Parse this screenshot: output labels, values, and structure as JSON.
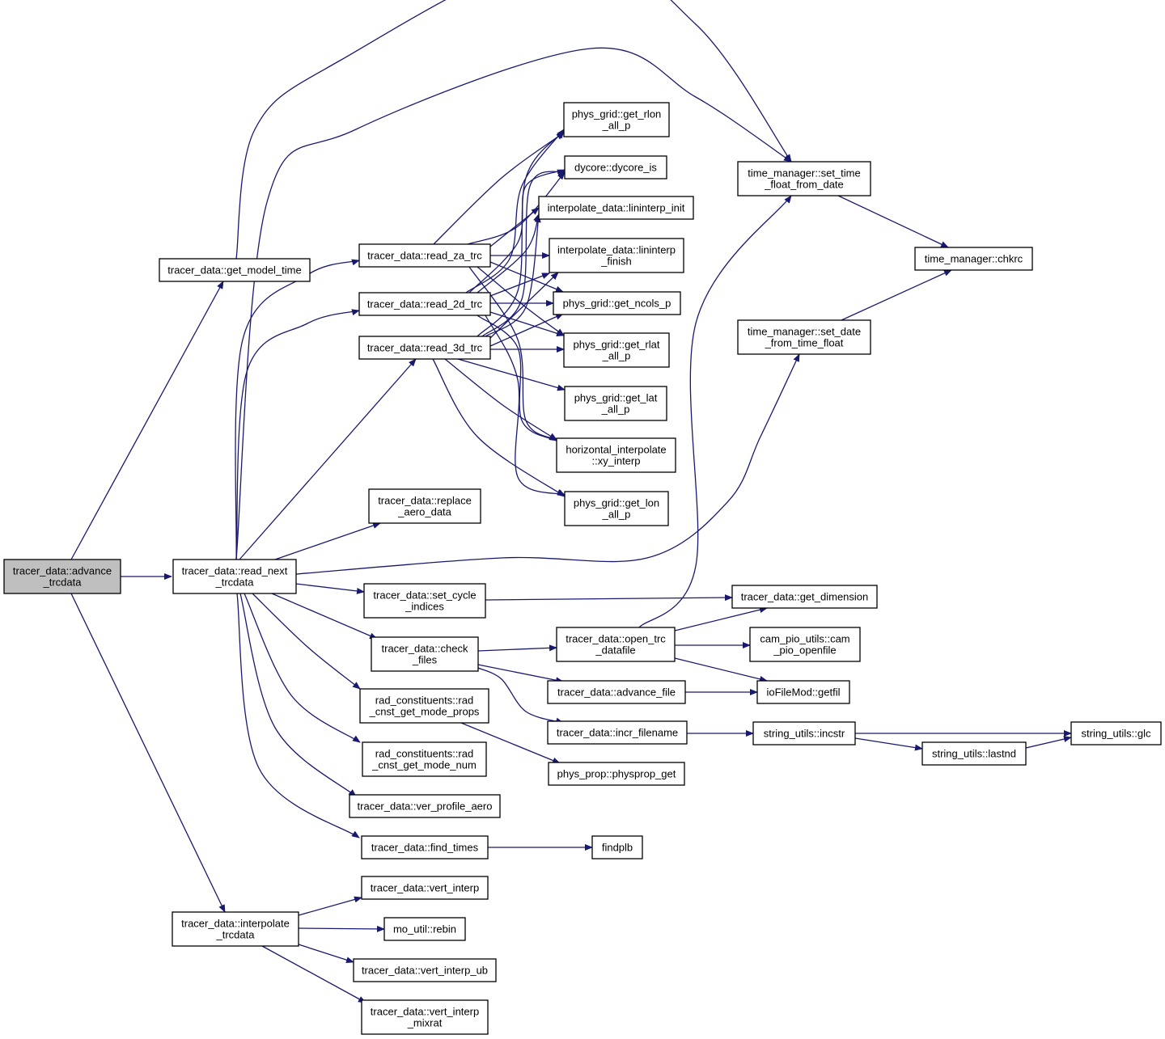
{
  "graph": {
    "edge_color": "#191970",
    "root_fill": "#bfbfbf",
    "nodes": {
      "advance_trcdata": [
        "tracer_data::advance",
        "_trcdata"
      ],
      "get_model_time": [
        "tracer_data::get_model_time"
      ],
      "read_next_trcdata": [
        "tracer_data::read_next",
        "_trcdata"
      ],
      "interpolate_trcdata": [
        "tracer_data::interpolate",
        "_trcdata"
      ],
      "read_za_trc": [
        "tracer_data::read_za_trc"
      ],
      "read_2d_trc": [
        "tracer_data::read_2d_trc"
      ],
      "read_3d_trc": [
        "tracer_data::read_3d_trc"
      ],
      "replace_aero_data": [
        "tracer_data::replace",
        "_aero_data"
      ],
      "set_cycle_indices": [
        "tracer_data::set_cycle",
        "_indices"
      ],
      "check_files": [
        "tracer_data::check",
        "_files"
      ],
      "rad_cnst_get_mode_props": [
        "rad_constituents::rad",
        "_cnst_get_mode_props"
      ],
      "rad_cnst_get_mode_num": [
        "rad_constituents::rad",
        "_cnst_get_mode_num"
      ],
      "ver_profile_aero": [
        "tracer_data::ver_profile_aero"
      ],
      "find_times": [
        "tracer_data::find_times"
      ],
      "vert_interp": [
        "tracer_data::vert_interp"
      ],
      "rebin": [
        "mo_util::rebin"
      ],
      "vert_interp_ub": [
        "tracer_data::vert_interp_ub"
      ],
      "vert_interp_mixrat": [
        "tracer_data::vert_interp",
        "_mixrat"
      ],
      "get_rlon_all_p": [
        "phys_grid::get_rlon",
        "_all_p"
      ],
      "dycore_is": [
        "dycore::dycore_is"
      ],
      "lininterp_init": [
        "interpolate_data::lininterp_init"
      ],
      "lininterp_finish": [
        "interpolate_data::lininterp",
        "_finish"
      ],
      "get_ncols_p": [
        "phys_grid::get_ncols_p"
      ],
      "get_rlat_all_p": [
        "phys_grid::get_rlat",
        "_all_p"
      ],
      "get_lat_all_p": [
        "phys_grid::get_lat",
        "_all_p"
      ],
      "xy_interp": [
        "horizontal_interpolate",
        "::xy_interp"
      ],
      "get_lon_all_p": [
        "phys_grid::get_lon",
        "_all_p"
      ],
      "open_trc_datafile": [
        "tracer_data::open_trc",
        "_datafile"
      ],
      "advance_file": [
        "tracer_data::advance_file"
      ],
      "incr_filename": [
        "tracer_data::incr_filename"
      ],
      "physprop_get": [
        "phys_prop::physprop_get"
      ],
      "findplb": [
        "findplb"
      ],
      "set_time_float_from_date": [
        "time_manager::set_time",
        "_float_from_date"
      ],
      "set_date_from_time_float": [
        "time_manager::set_date",
        "_from_time_float"
      ],
      "chkrc": [
        "time_manager::chkrc"
      ],
      "get_dimension": [
        "tracer_data::get_dimension"
      ],
      "cam_pio_openfile": [
        "cam_pio_utils::cam",
        "_pio_openfile"
      ],
      "getfil": [
        "ioFileMod::getfil"
      ],
      "incstr": [
        "string_utils::incstr"
      ],
      "lastnd": [
        "string_utils::lastnd"
      ],
      "glc": [
        "string_utils::glc"
      ]
    }
  }
}
